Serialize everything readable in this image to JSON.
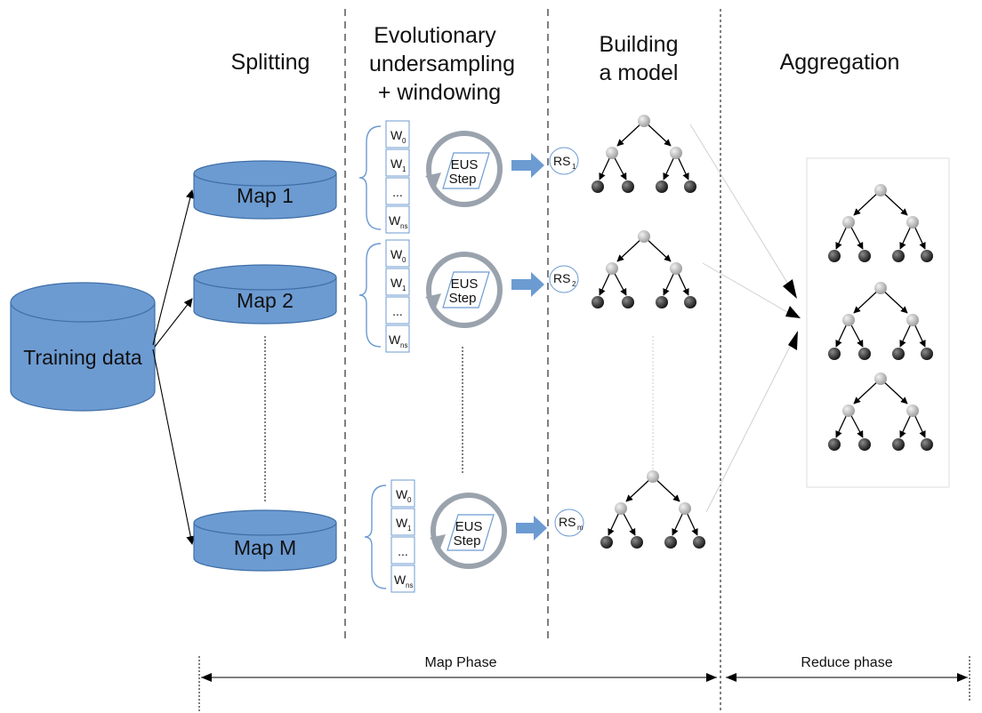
{
  "headers": {
    "splitting": "Splitting",
    "eus_line1": "Evolutionary",
    "eus_line2": "undersampling",
    "eus_line3": "+ windowing",
    "building_line1": "Building",
    "building_line2": "a model",
    "aggregation": "Aggregation"
  },
  "training_data": "Training data",
  "maps": [
    "Map 1",
    "Map 2",
    "Map M"
  ],
  "windows": {
    "w0": "W",
    "w0_sub": "0",
    "w1": "W",
    "w1_sub": "1",
    "ellipsis": "...",
    "wns": "W",
    "wns_sub": "ns"
  },
  "eus_step_line1": "EUS",
  "eus_step_line2": "Step",
  "rs": [
    {
      "label": "RS",
      "sub": "1"
    },
    {
      "label": "RS",
      "sub": "2"
    },
    {
      "label": "RS",
      "sub": "m"
    }
  ],
  "phases": {
    "map": "Map Phase",
    "reduce": "Reduce phase"
  },
  "colors": {
    "cylinder_fill": "#6c9bd2",
    "cylinder_stroke": "#3f6ea6",
    "arrow_blue": "#6c9bd2",
    "loop_gray": "#9aa3ad",
    "node_light": "#c8c8c8",
    "node_dark": "#333333"
  }
}
